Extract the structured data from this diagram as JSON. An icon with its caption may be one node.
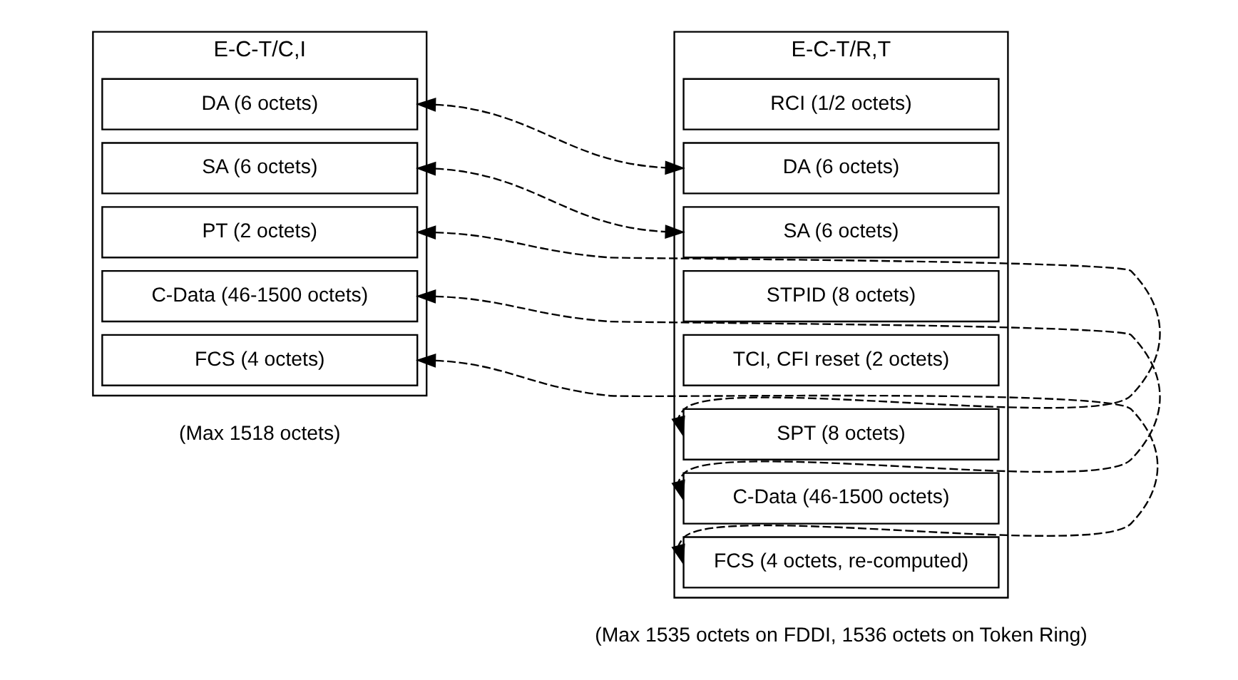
{
  "diagram": {
    "nodes": [
      {
        "text": [
          "E-C-T/C,I"
        ],
        "beside": [
          "(Max 1518 octets)"
        ]
      },
      {
        "text": [
          "DA (6 octets)"
        ],
        "in": 0
      },
      {
        "text": [
          "SA (6 octets)"
        ],
        "in": 0
      },
      {
        "text": [
          "PT (2 octets)"
        ],
        "in": 0
      },
      {
        "text": [
          "C-Data (46-1500 octets)"
        ],
        "in": 0
      },
      {
        "text": [
          "FCS (4 octets)"
        ],
        "in": 0
      },
      {
        "text": [
          "E-C-T/R,T"
        ],
        "beside": [
          "(Max 1535 octets on FDDI, 1536 octets on Token Ring)"
        ]
      },
      {
        "text": [
          "RCI (1/2 octets)"
        ],
        "in": 6
      },
      {
        "text": [
          "DA (6 octets)"
        ],
        "in": 6
      },
      {
        "text": [
          "SA (6 octets)"
        ],
        "in": 6
      },
      {
        "text": [
          "STPID (8 octets)"
        ],
        "in": 6
      },
      {
        "text": [
          "TCI, CFI reset (2 octets)"
        ],
        "in": 6
      },
      {
        "text": [
          "SPT (8 octets)"
        ],
        "in": 6
      },
      {
        "text": [
          "C-Data (46-1500 octets)"
        ],
        "in": 6
      },
      {
        "text": [
          "FCS (4 octets, re-computed)"
        ],
        "in": 6
      }
    ],
    "edges": [
      {
        "from": 1,
        "to": 8,
        "arrow": "both",
        "style": "dashed"
      },
      {
        "from": 2,
        "to": 9,
        "arrow": "both",
        "style": "dashed"
      },
      {
        "from": 3,
        "to": 12,
        "arrow": "both",
        "style": "dashed"
      },
      {
        "from": 4,
        "to": 13,
        "arrow": "both",
        "style": "dashed"
      },
      {
        "from": 5,
        "to": 14,
        "arrow": "both",
        "style": "dashed"
      }
    ]
  }
}
